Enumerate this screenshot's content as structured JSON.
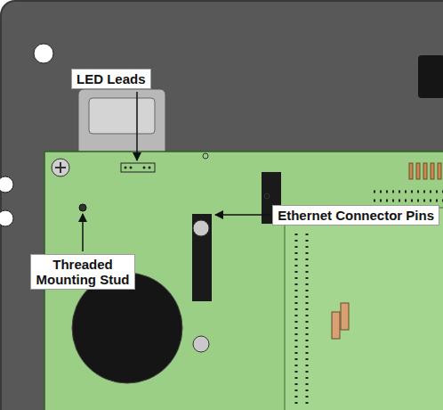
{
  "diagram": {
    "labels": [
      "LED Leads",
      "Ethernet Connector Pins",
      "Threaded Mounting Stud"
    ]
  }
}
